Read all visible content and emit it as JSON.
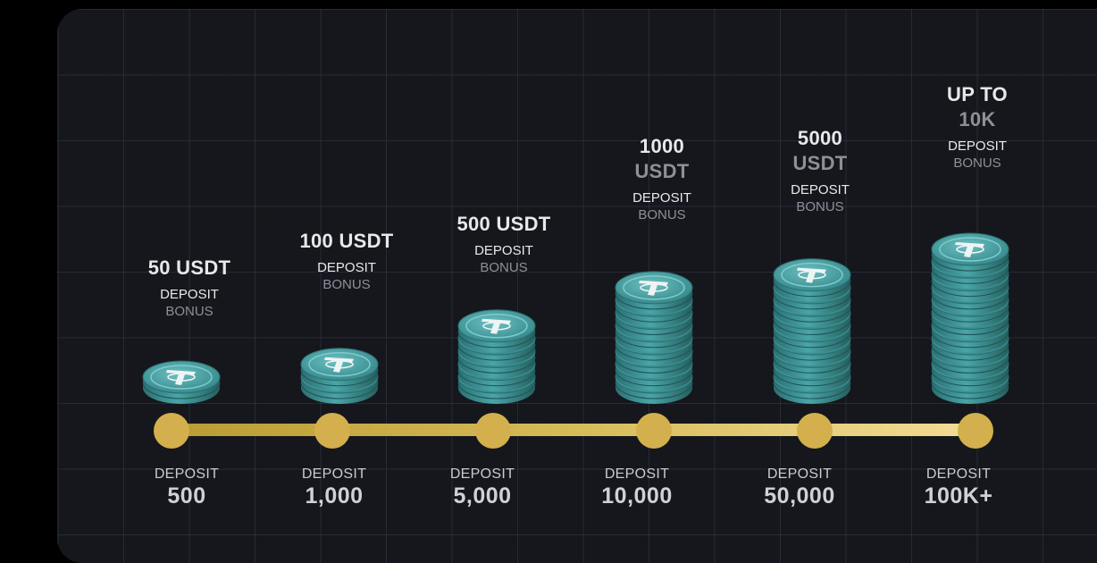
{
  "tiers": [
    {
      "amount_line1": "50 USDT",
      "amount_line2": "",
      "label1": "DEPOSIT",
      "label2": "BONUS",
      "deposit_label": "DEPOSIT",
      "deposit_value": "500",
      "coins": 1
    },
    {
      "amount_line1": "100 USDT",
      "amount_line2": "",
      "label1": "DEPOSIT",
      "label2": "BONUS",
      "deposit_label": "DEPOSIT",
      "deposit_value": "1,000",
      "coins": 2
    },
    {
      "amount_line1": "500 USDT",
      "amount_line2": "",
      "label1": "DEPOSIT",
      "label2": "BONUS",
      "deposit_label": "DEPOSIT",
      "deposit_value": "5,000",
      "coins": 5
    },
    {
      "amount_line1": "1000",
      "amount_line2": "USDT",
      "label1": "DEPOSIT",
      "label2": "BONUS",
      "deposit_label": "DEPOSIT",
      "deposit_value": "10,000",
      "coins": 8
    },
    {
      "amount_line1": "5000",
      "amount_line2": "USDT",
      "label1": "DEPOSIT",
      "label2": "BONUS",
      "deposit_label": "DEPOSIT",
      "deposit_value": "50,000",
      "coins": 9
    },
    {
      "amount_line1": "UP TO",
      "amount_line2": "10K",
      "label1": "DEPOSIT",
      "label2": "BONUS",
      "deposit_label": "DEPOSIT",
      "deposit_value": "100K+",
      "coins": 11
    }
  ],
  "colors": {
    "coin": "#3f9ea0",
    "coin_dark": "#2a6f72",
    "track": "#d3b04d",
    "background": "#15171c"
  },
  "icon": "tether-coin-icon"
}
